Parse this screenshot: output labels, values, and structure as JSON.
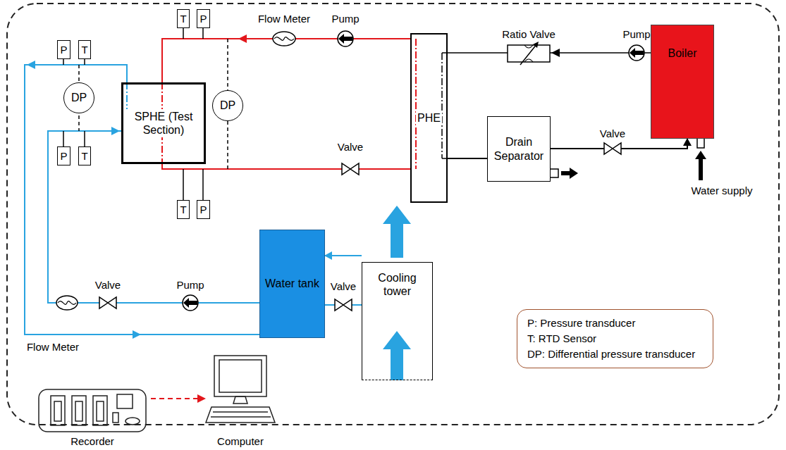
{
  "diagram": {
    "nodes": [
      {
        "text": [
          "P"
        ]
      },
      {
        "text": [
          "T"
        ]
      },
      {
        "text": [
          "T"
        ]
      },
      {
        "text": [
          "P"
        ]
      },
      {
        "text": [
          "Boiler"
        ]
      },
      {
        "text": [
          "PHE"
        ]
      },
      {
        "text": [
          "SPHE (Test Section)"
        ]
      },
      {
        "text": [
          "DP"
        ]
      },
      {
        "text": [
          "DP"
        ]
      },
      {
        "text": [
          "Drain Separator"
        ]
      },
      {
        "text": [
          "P"
        ]
      },
      {
        "text": [
          "T"
        ]
      },
      {
        "text": [
          "T"
        ]
      },
      {
        "text": [
          "P"
        ]
      },
      {
        "text": [
          "Water tank"
        ]
      },
      {
        "text": [
          "Cooling tower"
        ]
      },
      {
        "text": [
          "P: Pressure transducer",
          "T: RTD Sensor",
          "DP: Differential pressure transducer"
        ]
      }
    ],
    "edges": [
      {
        "from": 15,
        "to": 14,
        "arrow": "to"
      },
      {
        "from": 5,
        "to": 9,
        "arrow": "none"
      },
      {
        "from": 9,
        "to": 4,
        "arrow": "to"
      }
    ],
    "labels": [
      "Flow Meter",
      "Pump",
      "Ratio Valve",
      "Pump",
      "Valve",
      "Valve",
      "Water supply",
      "Valve",
      "Pump",
      "Valve",
      "Flow Meter",
      "Recorder",
      "Computer"
    ]
  }
}
